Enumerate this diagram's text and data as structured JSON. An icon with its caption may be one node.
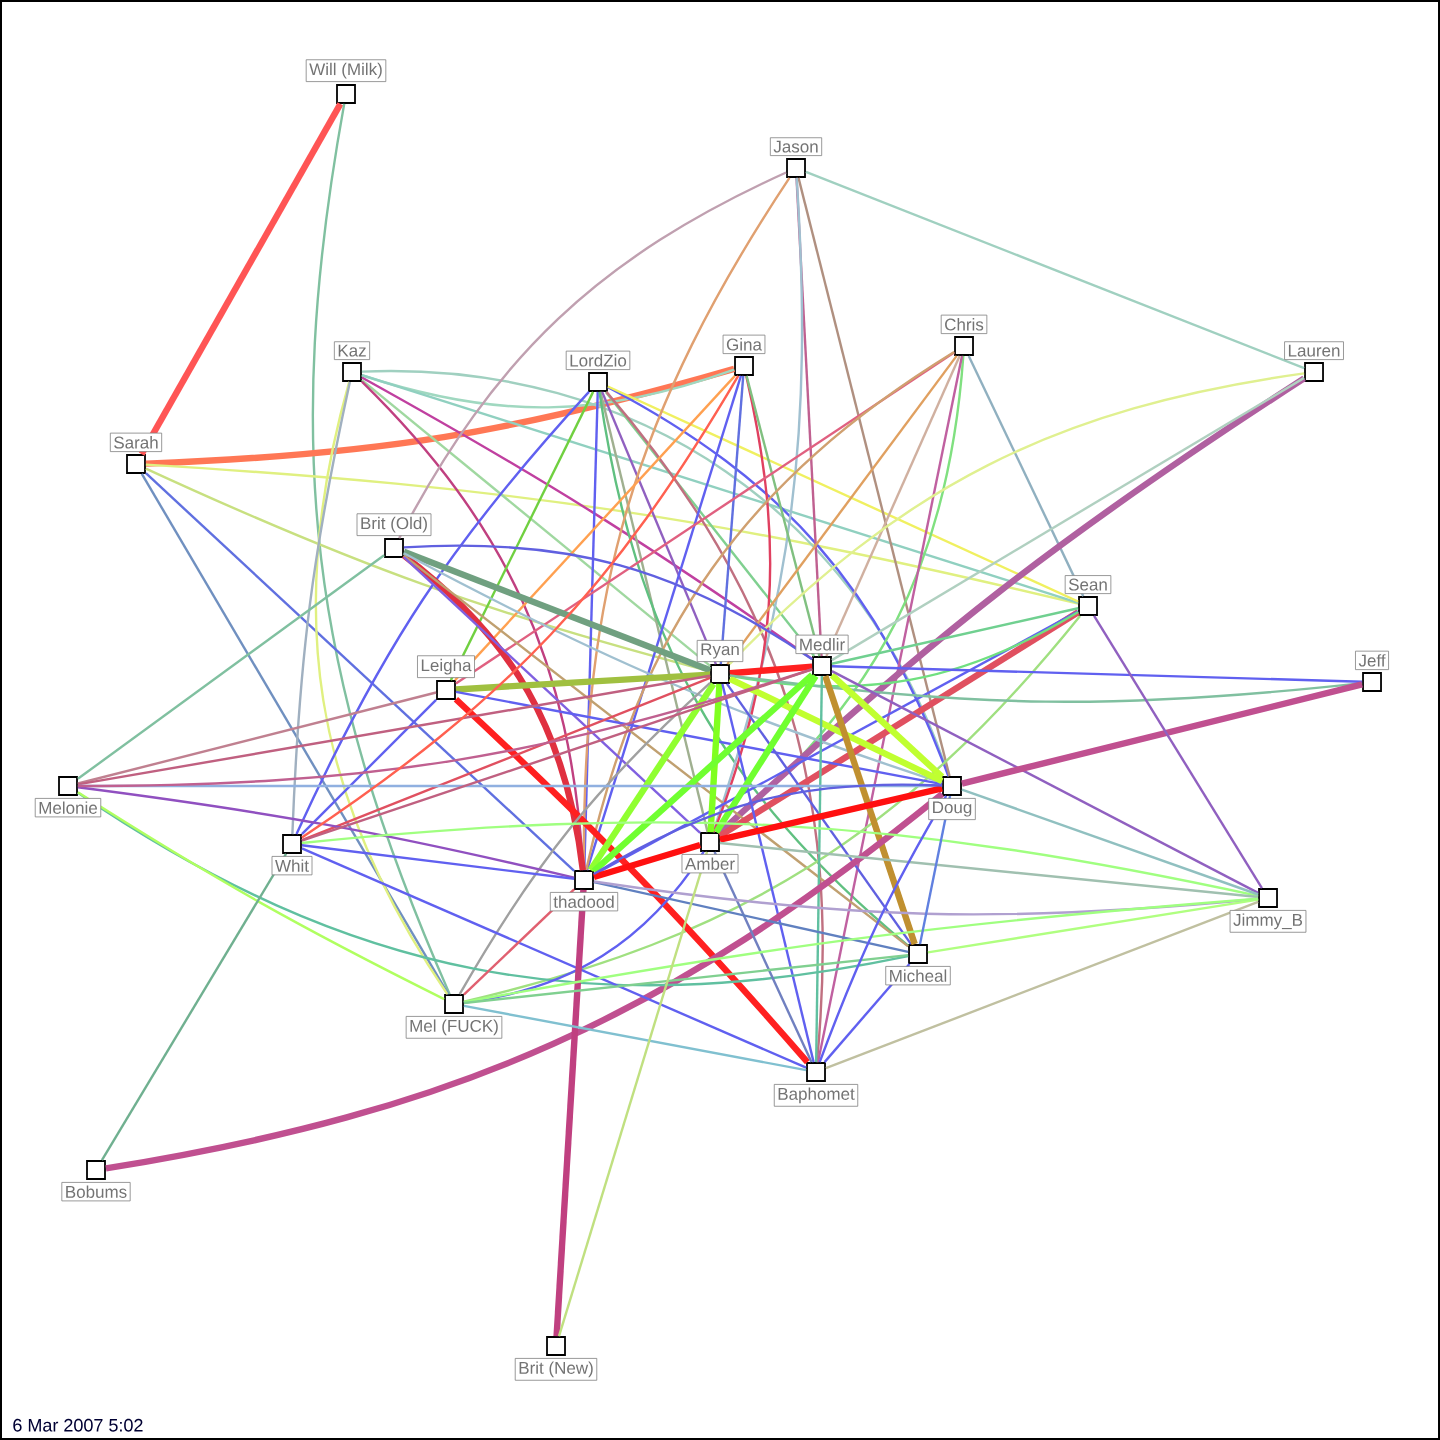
{
  "diagram": {
    "nodes": [
      {
        "text": [
          "Will (Milk)"
        ]
      },
      {
        "text": [
          "Jason"
        ]
      },
      {
        "text": [
          "Kaz"
        ]
      },
      {
        "text": [
          "LordZio"
        ]
      },
      {
        "text": [
          "Gina"
        ]
      },
      {
        "text": [
          "Chris"
        ]
      },
      {
        "text": [
          "Lauren"
        ]
      },
      {
        "text": [
          "Sarah"
        ]
      },
      {
        "text": [
          "Brit (Old)"
        ]
      },
      {
        "text": [
          "Sean"
        ]
      },
      {
        "text": [
          "Leigha"
        ]
      },
      {
        "text": [
          "Ryan"
        ]
      },
      {
        "text": [
          "Medlir"
        ]
      },
      {
        "text": [
          "Jeff"
        ]
      },
      {
        "text": [
          "Melonie"
        ]
      },
      {
        "text": [
          "Doug"
        ]
      },
      {
        "text": [
          "Whit"
        ]
      },
      {
        "text": [
          "Amber"
        ]
      },
      {
        "text": [
          "thadood"
        ]
      },
      {
        "text": [
          "Jimmy_B"
        ]
      },
      {
        "text": [
          "Micheal"
        ]
      },
      {
        "text": [
          "Mel (FUCK)"
        ]
      },
      {
        "text": [
          "Baphomet"
        ]
      },
      {
        "text": [
          "Bobums"
        ]
      },
      {
        "text": [
          "Brit (New)"
        ]
      }
    ],
    "edges": [
      {
        "from": 0,
        "to": 7,
        "arrow": "none",
        "color": "#ff5555",
        "style": "thick"
      },
      {
        "from": 0,
        "to": 21,
        "arrow": "none",
        "color": "#80c0a0"
      },
      {
        "from": 7,
        "to": 4,
        "arrow": "none",
        "color": "#ff7755",
        "style": "thick"
      },
      {
        "from": 7,
        "to": 11,
        "arrow": "none",
        "color": "#c8e080"
      },
      {
        "from": 7,
        "to": 9,
        "arrow": "none",
        "color": "#e0f080"
      },
      {
        "from": 7,
        "to": 18,
        "arrow": "none",
        "color": "#6070e0"
      },
      {
        "from": 7,
        "to": 21,
        "arrow": "none",
        "color": "#7090c0"
      },
      {
        "from": 2,
        "to": 4,
        "arrow": "none",
        "color": "#a0d8c0"
      },
      {
        "from": 2,
        "to": 21,
        "arrow": "none",
        "color": "#e0f080"
      },
      {
        "from": 2,
        "to": 16,
        "arrow": "none",
        "color": "#a0b0c0"
      },
      {
        "from": 2,
        "to": 11,
        "arrow": "none",
        "color": "#a0d8a0"
      },
      {
        "from": 2,
        "to": 12,
        "arrow": "none",
        "color": "#c040a0"
      },
      {
        "from": 2,
        "to": 15,
        "arrow": "none",
        "color": "#a0d0c0"
      },
      {
        "from": 2,
        "to": 18,
        "arrow": "none",
        "color": "#c04080"
      },
      {
        "from": 2,
        "to": 9,
        "arrow": "none",
        "color": "#90d0c0"
      },
      {
        "from": 3,
        "to": 18,
        "arrow": "none",
        "color": "#6060f0"
      },
      {
        "from": 3,
        "to": 17,
        "arrow": "none",
        "color": "#a0b090"
      },
      {
        "from": 3,
        "to": 11,
        "arrow": "none",
        "color": "#9060c0"
      },
      {
        "from": 3,
        "to": 12,
        "arrow": "none",
        "color": "#80d090"
      },
      {
        "from": 3,
        "to": 15,
        "arrow": "none",
        "color": "#6060f0"
      },
      {
        "from": 3,
        "to": 9,
        "arrow": "none",
        "color": "#f0f060"
      },
      {
        "from": 3,
        "to": 20,
        "arrow": "none",
        "color": "#60c080"
      },
      {
        "from": 3,
        "to": 16,
        "arrow": "none",
        "color": "#6060f0"
      },
      {
        "from": 3,
        "to": 10,
        "arrow": "none",
        "color": "#70d040"
      },
      {
        "from": 3,
        "to": 22,
        "arrow": "none",
        "color": "#c07080"
      },
      {
        "from": 1,
        "to": 6,
        "arrow": "none",
        "color": "#a0d0c0"
      },
      {
        "from": 1,
        "to": 18,
        "arrow": "none",
        "color": "#e0a070"
      },
      {
        "from": 1,
        "to": 12,
        "arrow": "none",
        "color": "#c06090"
      },
      {
        "from": 1,
        "to": 15,
        "arrow": "none",
        "color": "#b09080"
      },
      {
        "from": 1,
        "to": 17,
        "arrow": "none",
        "color": "#a0c0d0"
      },
      {
        "from": 1,
        "to": 8,
        "arrow": "none",
        "color": "#c0a0b0"
      },
      {
        "from": 4,
        "to": 10,
        "arrow": "none",
        "color": "#ffa050"
      },
      {
        "from": 4,
        "to": 17,
        "arrow": "none",
        "color": "#e04060"
      },
      {
        "from": 4,
        "to": 18,
        "arrow": "none",
        "color": "#6060f0"
      },
      {
        "from": 4,
        "to": 12,
        "arrow": "none",
        "color": "#80c080"
      },
      {
        "from": 4,
        "to": 11,
        "arrow": "none",
        "color": "#6070e0"
      },
      {
        "from": 5,
        "to": 10,
        "arrow": "none",
        "color": "#e06080"
      },
      {
        "from": 5,
        "to": 11,
        "arrow": "none",
        "color": "#e0a060"
      },
      {
        "from": 5,
        "to": 18,
        "arrow": "none",
        "color": "#d0a070"
      },
      {
        "from": 5,
        "to": 17,
        "arrow": "none",
        "color": "#80e080"
      },
      {
        "from": 5,
        "to": 22,
        "arrow": "none",
        "color": "#c060a0"
      },
      {
        "from": 5,
        "to": 9,
        "arrow": "none",
        "color": "#90b0c0"
      },
      {
        "from": 5,
        "to": 12,
        "arrow": "none",
        "color": "#d0b0a0"
      },
      {
        "from": 6,
        "to": 17,
        "arrow": "none",
        "color": "#b060a0",
        "style": "thick"
      },
      {
        "from": 6,
        "to": 11,
        "arrow": "none",
        "color": "#e0f090"
      },
      {
        "from": 6,
        "to": 12,
        "arrow": "none",
        "color": "#b0d0c0"
      },
      {
        "from": 8,
        "to": 18,
        "arrow": "none",
        "color": "#e03040",
        "style": "thick"
      },
      {
        "from": 8,
        "to": 11,
        "arrow": "none",
        "color": "#70a080",
        "style": "thick"
      },
      {
        "from": 8,
        "to": 12,
        "arrow": "none",
        "color": "#6060e0"
      },
      {
        "from": 8,
        "to": 20,
        "arrow": "none",
        "color": "#c0a070"
      },
      {
        "from": 8,
        "to": 15,
        "arrow": "none",
        "color": "#a0c0d0"
      },
      {
        "from": 8,
        "to": 14,
        "arrow": "none",
        "color": "#80c0a0"
      },
      {
        "from": 8,
        "to": 17,
        "arrow": "none",
        "color": "#8060e0"
      },
      {
        "from": 9,
        "to": 17,
        "arrow": "none",
        "color": "#e05060",
        "style": "thick"
      },
      {
        "from": 9,
        "to": 18,
        "arrow": "none",
        "color": "#6060f0"
      },
      {
        "from": 9,
        "to": 11,
        "arrow": "none",
        "color": "#70e080"
      },
      {
        "from": 9,
        "to": 12,
        "arrow": "none",
        "color": "#70d090"
      },
      {
        "from": 9,
        "to": 21,
        "arrow": "none",
        "color": "#a0e080"
      },
      {
        "from": 10,
        "to": 11,
        "arrow": "none",
        "color": "#a0c040",
        "style": "thick"
      },
      {
        "from": 10,
        "to": 15,
        "arrow": "none",
        "color": "#6060f0"
      },
      {
        "from": 10,
        "to": 22,
        "arrow": "none",
        "color": "#ff2020",
        "style": "thick"
      },
      {
        "from": 10,
        "to": 14,
        "arrow": "none",
        "color": "#c08090"
      },
      {
        "from": 10,
        "to": 16,
        "arrow": "none",
        "color": "#6060f0"
      },
      {
        "from": 11,
        "to": 12,
        "arrow": "none",
        "color": "#ff2020",
        "style": "thick"
      },
      {
        "from": 11,
        "to": 17,
        "arrow": "none",
        "color": "#80ff20",
        "style": "thick"
      },
      {
        "from": 11,
        "to": 18,
        "arrow": "none",
        "color": "#90ff30",
        "style": "thick"
      },
      {
        "from": 11,
        "to": 15,
        "arrow": "none",
        "color": "#c0ff30",
        "style": "thick"
      },
      {
        "from": 11,
        "to": 13,
        "arrow": "none",
        "color": "#80c0a0"
      },
      {
        "from": 11,
        "to": 14,
        "arrow": "none",
        "color": "#c06080"
      },
      {
        "from": 11,
        "to": 16,
        "arrow": "none",
        "color": "#e05060"
      },
      {
        "from": 11,
        "to": 20,
        "arrow": "none",
        "color": "#6060e0"
      },
      {
        "from": 11,
        "to": 22,
        "arrow": "none",
        "color": "#6060f0"
      },
      {
        "from": 11,
        "to": 21,
        "arrow": "none",
        "color": "#a0a0a0"
      },
      {
        "from": 12,
        "to": 17,
        "arrow": "none",
        "color": "#70ff30",
        "style": "thick"
      },
      {
        "from": 12,
        "to": 18,
        "arrow": "none",
        "color": "#70ff30",
        "style": "thick"
      },
      {
        "from": 12,
        "to": 15,
        "arrow": "none",
        "color": "#c0ff30",
        "style": "thick"
      },
      {
        "from": 12,
        "to": 20,
        "arrow": "none",
        "color": "#c09030",
        "style": "thick"
      },
      {
        "from": 12,
        "to": 13,
        "arrow": "none",
        "color": "#6060f0"
      },
      {
        "from": 12,
        "to": 22,
        "arrow": "none",
        "color": "#60c0a0"
      },
      {
        "from": 12,
        "to": 19,
        "arrow": "none",
        "color": "#9060c0"
      },
      {
        "from": 13,
        "to": 15,
        "arrow": "none",
        "color": "#c05090",
        "style": "thick"
      },
      {
        "from": 23,
        "to": 15,
        "arrow": "none",
        "color": "#c05090",
        "style": "thick"
      },
      {
        "from": 14,
        "to": 15,
        "arrow": "none",
        "color": "#90b0e0"
      },
      {
        "from": 14,
        "to": 18,
        "arrow": "none",
        "color": "#9050c0"
      },
      {
        "from": 14,
        "to": 20,
        "arrow": "none",
        "color": "#60c0a0"
      },
      {
        "from": 14,
        "to": 21,
        "arrow": "none",
        "color": "#b0ff60"
      },
      {
        "from": 14,
        "to": 12,
        "arrow": "none",
        "color": "#c06090"
      },
      {
        "from": 16,
        "to": 12,
        "arrow": "none",
        "color": "#c06080"
      },
      {
        "from": 16,
        "to": 4,
        "arrow": "none",
        "color": "#ff6050"
      },
      {
        "from": 16,
        "to": 19,
        "arrow": "none",
        "color": "#a0ff80"
      },
      {
        "from": 16,
        "to": 22,
        "arrow": "none",
        "color": "#6060f0"
      },
      {
        "from": 16,
        "to": 18,
        "arrow": "none",
        "color": "#6060f0"
      },
      {
        "from": 17,
        "to": 15,
        "arrow": "none",
        "color": "#ff1010",
        "style": "thick"
      },
      {
        "from": 17,
        "to": 18,
        "arrow": "none",
        "color": "#ff1010",
        "style": "thick"
      },
      {
        "from": 17,
        "to": 19,
        "arrow": "none",
        "color": "#a0c0b0"
      },
      {
        "from": 17,
        "to": 22,
        "arrow": "none",
        "color": "#7080c0"
      },
      {
        "from": 17,
        "to": 21,
        "arrow": "none",
        "color": "#6060f0"
      },
      {
        "from": 18,
        "to": 24,
        "arrow": "none",
        "color": "#c04080",
        "style": "thick"
      },
      {
        "from": 18,
        "to": 20,
        "arrow": "none",
        "color": "#6080c0"
      },
      {
        "from": 18,
        "to": 15,
        "arrow": "none",
        "color": "#6060e0"
      },
      {
        "from": 18,
        "to": 19,
        "arrow": "none",
        "color": "#b0a0d0"
      },
      {
        "from": 19,
        "to": 15,
        "arrow": "none",
        "color": "#90c0c0"
      },
      {
        "from": 19,
        "to": 20,
        "arrow": "none",
        "color": "#b0ff80"
      },
      {
        "from": 19,
        "to": 22,
        "arrow": "none",
        "color": "#c0c0a0"
      },
      {
        "from": 19,
        "to": 21,
        "arrow": "none",
        "color": "#a0ff80"
      },
      {
        "from": 19,
        "to": 9,
        "arrow": "none",
        "color": "#9060c0"
      },
      {
        "from": 20,
        "to": 22,
        "arrow": "none",
        "color": "#6060f0"
      },
      {
        "from": 20,
        "to": 21,
        "arrow": "none",
        "color": "#80d090"
      },
      {
        "from": 20,
        "to": 15,
        "arrow": "none",
        "color": "#6080e0"
      },
      {
        "from": 23,
        "to": 16,
        "arrow": "none",
        "color": "#70b090"
      },
      {
        "from": 21,
        "to": 22,
        "arrow": "none",
        "color": "#80c0d0"
      },
      {
        "from": 21,
        "to": 18,
        "arrow": "none",
        "color": "#e06070"
      },
      {
        "from": 24,
        "to": 17,
        "arrow": "none",
        "color": "#c0e080"
      },
      {
        "from": 22,
        "to": 15,
        "arrow": "none",
        "color": "#6060f0"
      }
    ],
    "labels": [
      "6 Mar 2007 5:02"
    ]
  }
}
